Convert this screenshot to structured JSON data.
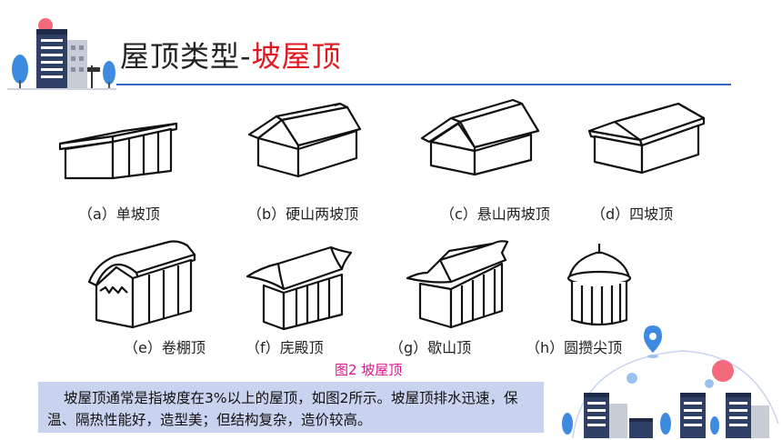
{
  "header": {
    "title_prefix": "屋顶类型-",
    "title_accent": "坡屋顶"
  },
  "figures": [
    {
      "caption": "（a）单坡顶",
      "icon": "single-slope-roof-icon"
    },
    {
      "caption": "（b）硬山两坡顶",
      "icon": "flush-gable-roof-icon"
    },
    {
      "caption": "（c）悬山两坡顶",
      "icon": "overhang-gable-roof-icon"
    },
    {
      "caption": "（d）四坡顶",
      "icon": "hip-roof-icon"
    },
    {
      "caption": "（e）卷棚顶",
      "icon": "round-ridge-roof-icon"
    },
    {
      "caption": "（f）庑殿顶",
      "icon": "hall-style-roof-icon"
    },
    {
      "caption": "（g）歇山顶",
      "icon": "gable-hip-roof-icon"
    },
    {
      "caption": "（h）圆攒尖顶",
      "icon": "round-pyramidal-roof-icon"
    }
  ],
  "figure_caption": "图2 坡屋顶",
  "description": "坡屋顶通常是指坡度在3%以上的屋顶，如图2所示。坡屋顶排水迅速，保温、隔热性能好，造型美；但结构复杂，造价较高。",
  "colors": {
    "accent": "#e0181f",
    "rule": "#3a67c8",
    "caption": "#d9148a",
    "note_bg": "#c9d2ef"
  }
}
